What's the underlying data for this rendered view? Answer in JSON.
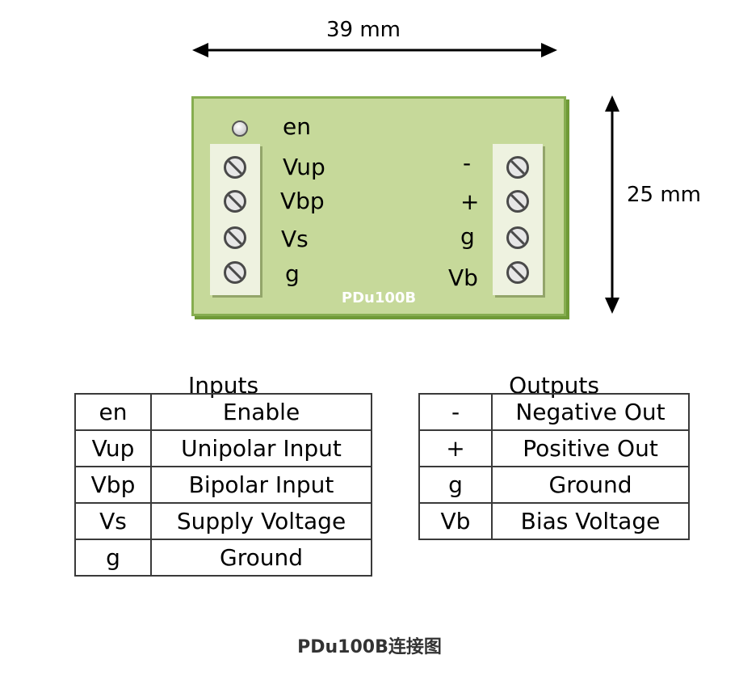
{
  "dimensions": {
    "width_label": "39 mm",
    "height_label": "25 mm"
  },
  "board": {
    "model": "PDu100B",
    "left_pins": [
      "en",
      "Vup",
      "Vbp",
      "Vs",
      "g"
    ],
    "right_pins": [
      "-",
      "+",
      "g",
      "Vb"
    ]
  },
  "inputs": {
    "title": "Inputs",
    "rows": [
      {
        "pin": "en",
        "desc": "Enable"
      },
      {
        "pin": "Vup",
        "desc": "Unipolar Input"
      },
      {
        "pin": "Vbp",
        "desc": "Bipolar Input"
      },
      {
        "pin": "Vs",
        "desc": "Supply Voltage"
      },
      {
        "pin": "g",
        "desc": "Ground"
      }
    ]
  },
  "outputs": {
    "title": "Outputs",
    "rows": [
      {
        "pin": "-",
        "desc": "Negative Out"
      },
      {
        "pin": "+",
        "desc": "Positive Out"
      },
      {
        "pin": "g",
        "desc": "Ground"
      },
      {
        "pin": "Vb",
        "desc": "Bias Voltage"
      }
    ]
  },
  "figure_caption": "PDu100B连接图"
}
